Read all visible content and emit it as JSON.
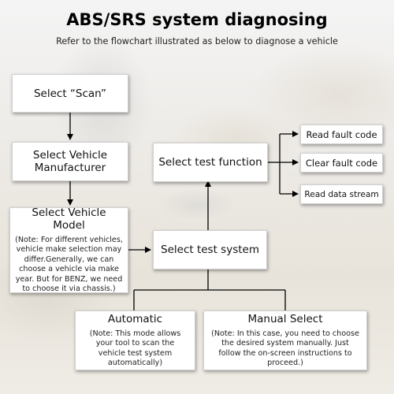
{
  "title": "ABS/SRS system diagnosing",
  "subtitle": "Refer to the flowchart illustrated as below to diagnose a vehicle",
  "steps": {
    "select_scan": "Select “Scan”",
    "select_manufacturer": "Select Vehicle Manufacturer",
    "select_model": {
      "label": "Select Vehicle Model",
      "note": "(Note: For different vehicles, vehicle make selection may differ.Generally, we can choose a vehicle via make year. But for BENZ, we need to choose it via chassis.)"
    },
    "select_test_system": "Select test system",
    "select_test_function": "Select test function",
    "automatic": {
      "label": "Automatic",
      "note": "(Note: This mode allows your tool to scan the vehicle test system automatically)"
    },
    "manual_select": {
      "label": "Manual Select",
      "note": "(Note: In this case, you need to choose the desired system manually. Just follow the on-screen instructions to proceed.)"
    }
  },
  "functions": [
    "Read fault code",
    "Clear fault code",
    "Read data stream"
  ]
}
